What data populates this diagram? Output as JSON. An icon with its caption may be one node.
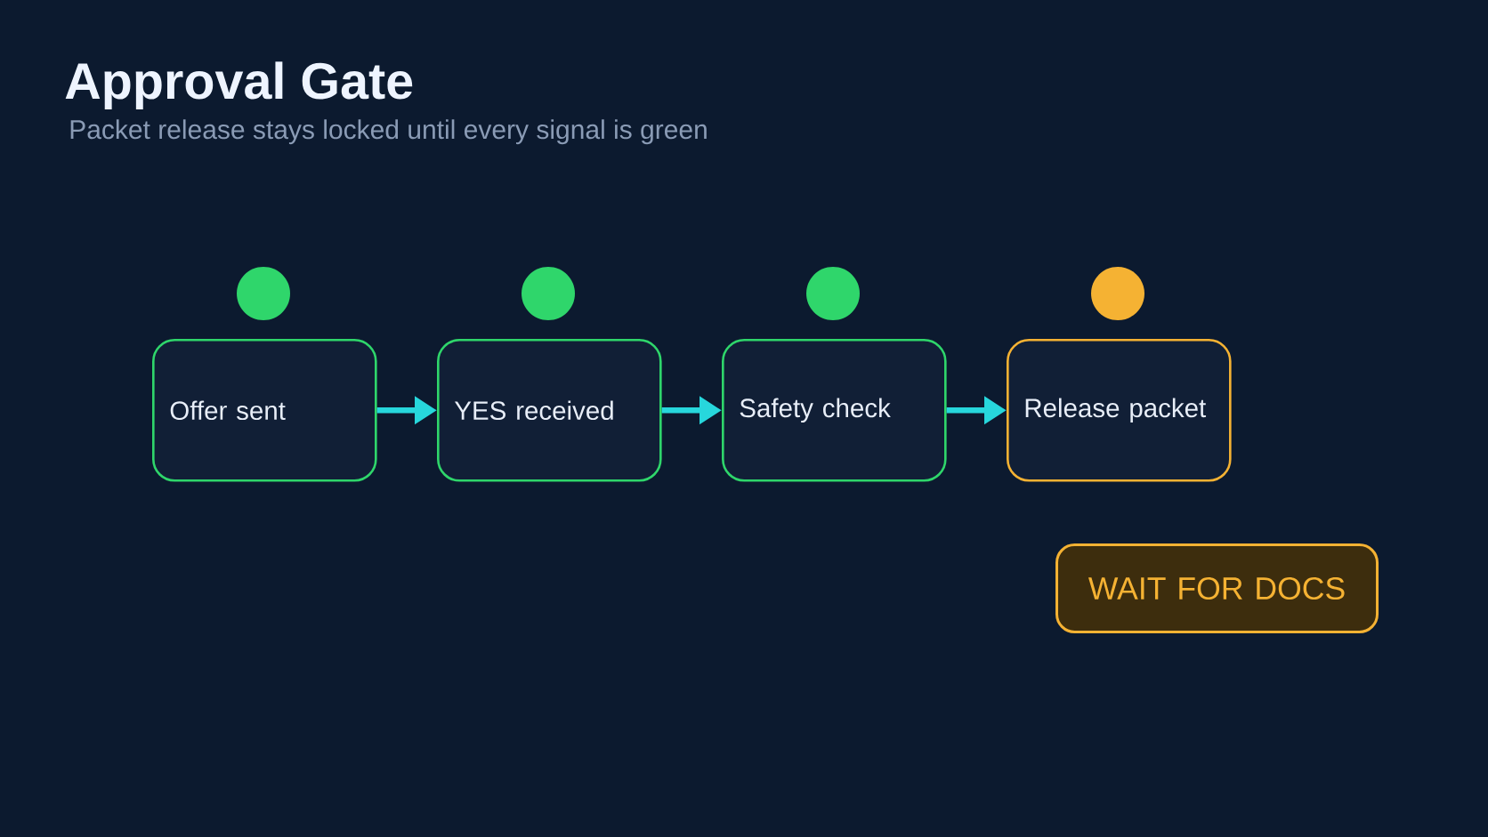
{
  "diagram": {
    "title": "Approval Gate",
    "nodes": [
      {
        "text": [
          "Offer sent"
        ]
      },
      {
        "text": [
          "YES received"
        ]
      },
      {
        "text": [
          "Safety check"
        ]
      },
      {
        "text": [
          "Release packet"
        ]
      },
      {
        "text": [
          "WAIT FOR DOCS"
        ]
      }
    ],
    "edges": [
      {
        "from": 0,
        "to": 1,
        "arrow": "to"
      },
      {
        "from": 1,
        "to": 2,
        "arrow": "to"
      },
      {
        "from": 2,
        "to": 3,
        "arrow": "to"
      }
    ],
    "labels": [
      "Packet release stays locked until every signal is green"
    ]
  }
}
